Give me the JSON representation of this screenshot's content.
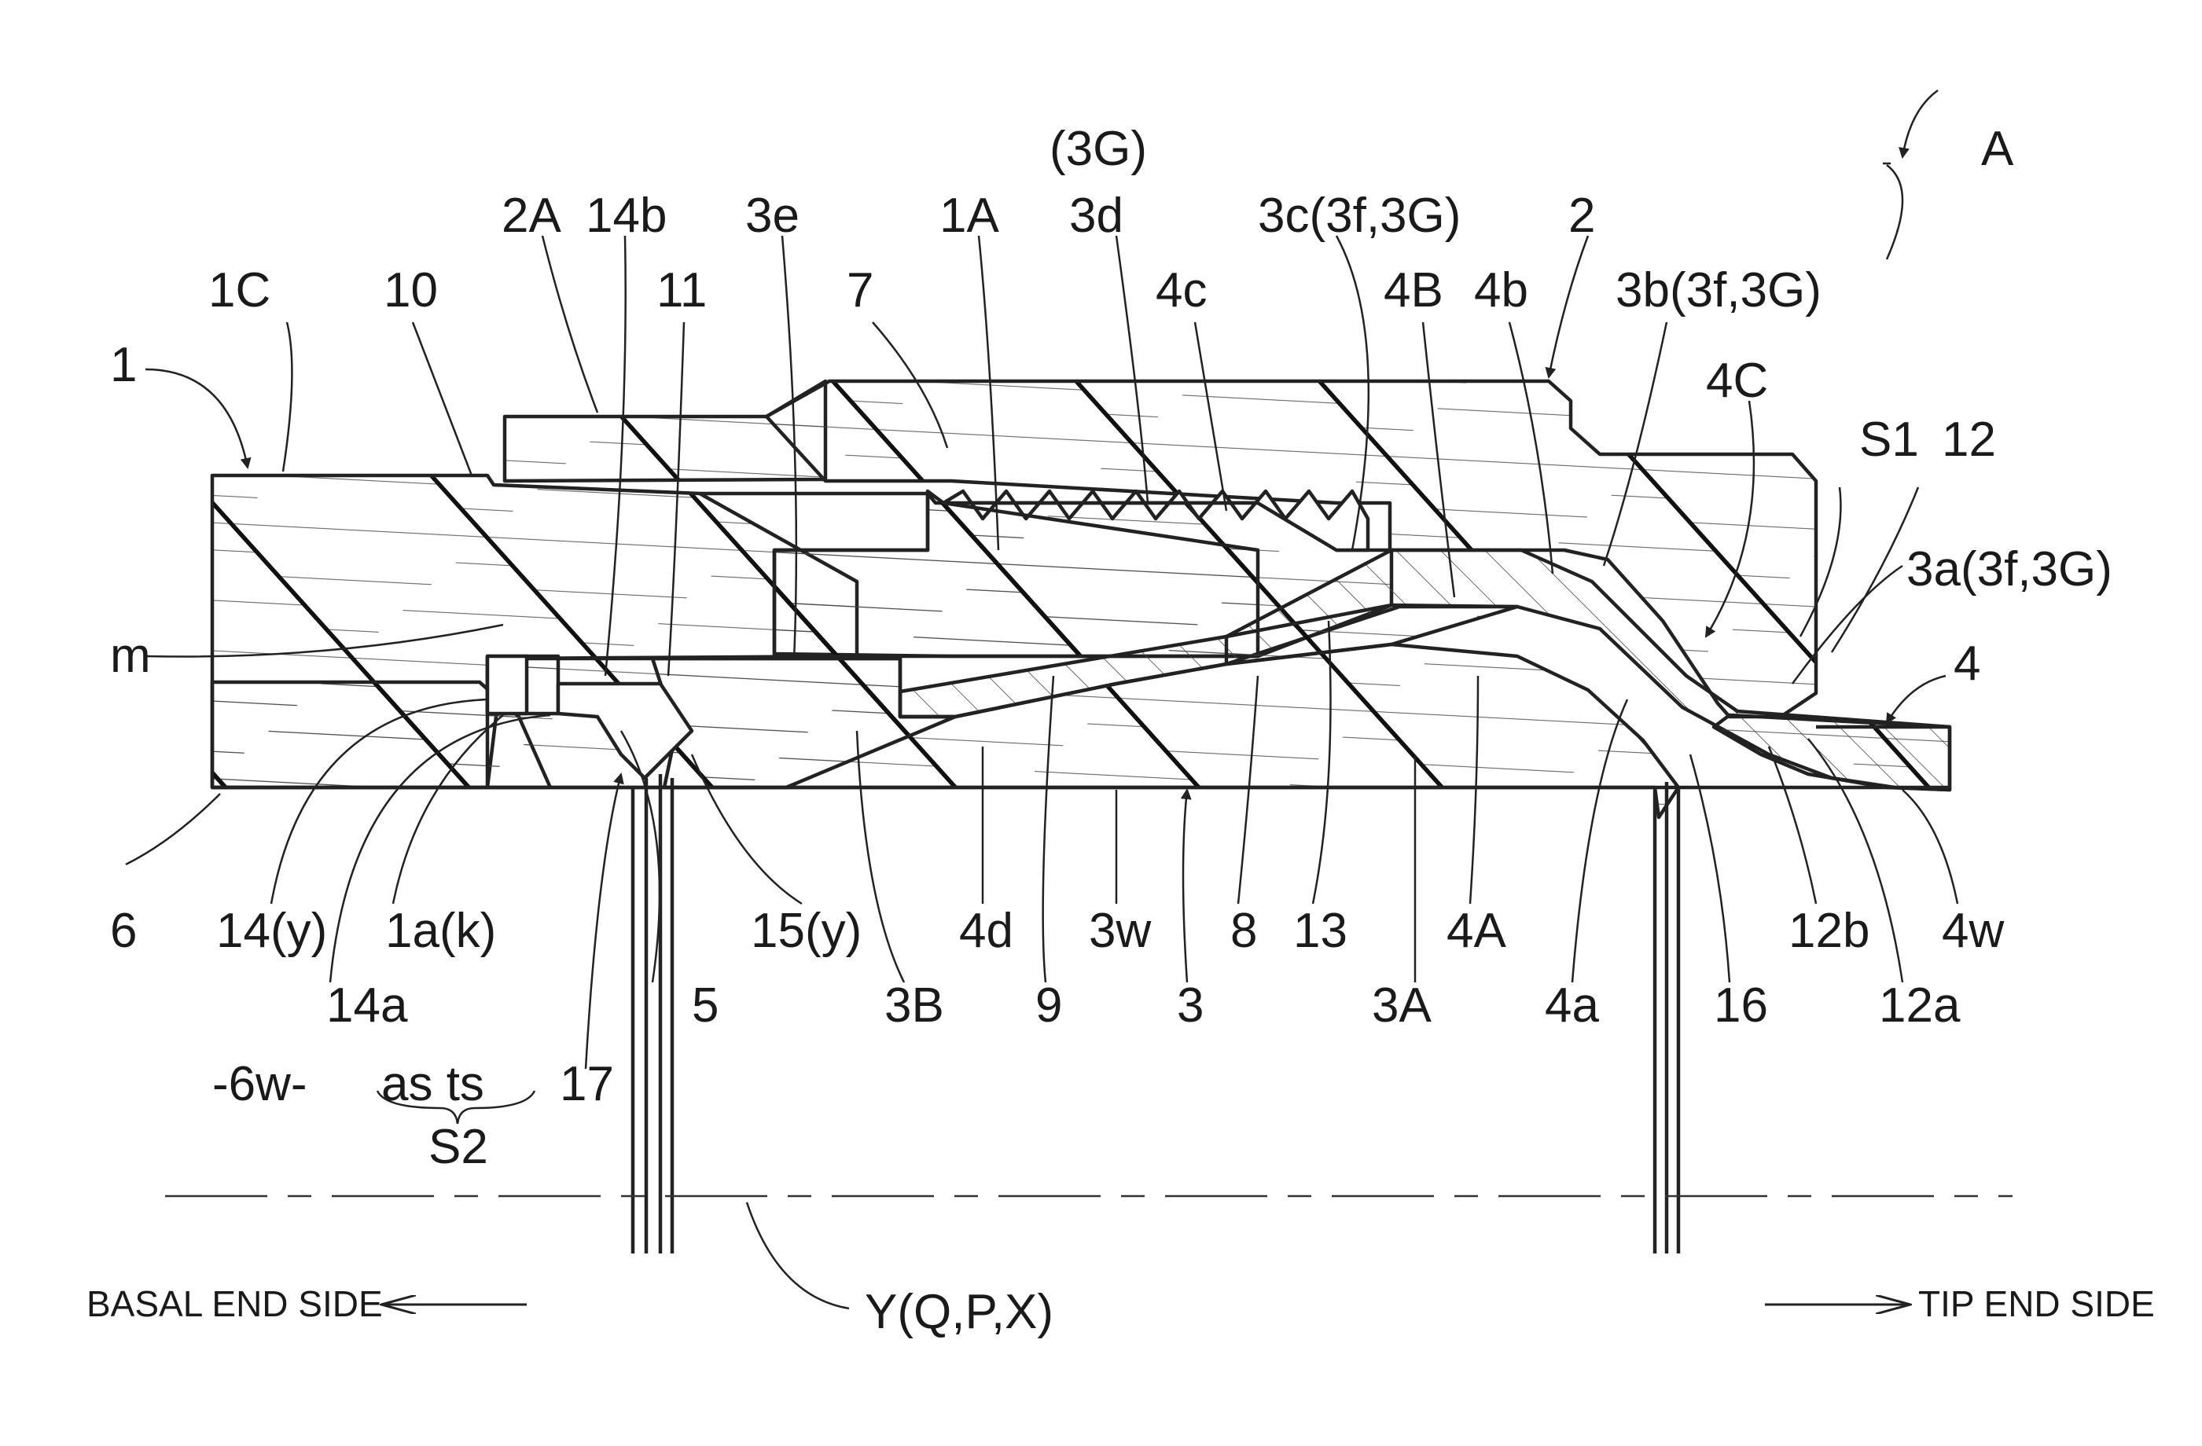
{
  "figure_label": "A",
  "labels": {
    "l_1": "1",
    "l_1C": "1C",
    "l_10": "10",
    "l_2A": "2A",
    "l_14b": "14b",
    "l_11": "11",
    "l_3e": "3e",
    "l_7": "7",
    "l_1A": "1A",
    "l_3G_top": "(3G)",
    "l_3d": "3d",
    "l_4c": "4c",
    "l_3c": "3c(3f,3G)",
    "l_2": "2",
    "l_4B": "4B",
    "l_4b": "4b",
    "l_3b": "3b(3f,3G)",
    "l_4C": "4C",
    "l_S1": "S1",
    "l_12": "12",
    "l_3a": "3a(3f,3G)",
    "l_4": "4",
    "l_m": "m",
    "l_6": "6",
    "l_14y": "14(y)",
    "l_1ak": "1a(k)",
    "l_15y": "15(y)",
    "l_4d": "4d",
    "l_3w": "3w",
    "l_8": "8",
    "l_13": "13",
    "l_4A": "4A",
    "l_12b": "12b",
    "l_4w": "4w",
    "l_14a": "14a",
    "l_5": "5",
    "l_3B": "3B",
    "l_9": "9",
    "l_3": "3",
    "l_3A": "3A",
    "l_4a": "4a",
    "l_16": "16",
    "l_12a": "12a",
    "l_6w": "-6w-",
    "l_as_ts": "as ts",
    "l_17": "17",
    "l_S2": "S2",
    "l_Y": "Y(Q,P,X)"
  },
  "sides": {
    "basal": "BASAL END SIDE",
    "tip": "TIP END SIDE"
  },
  "colors": {
    "line": "#222222",
    "background": "#ffffff"
  }
}
